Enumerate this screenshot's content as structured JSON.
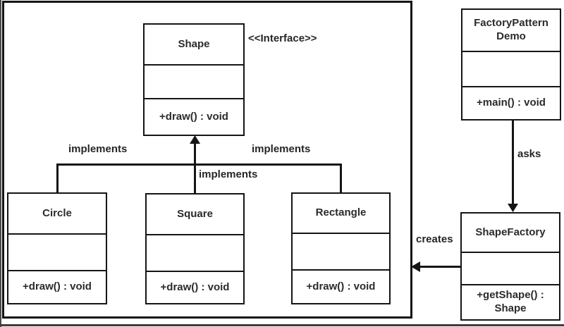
{
  "diagram": {
    "type": "uml-class-diagram",
    "subject": "Factory Pattern"
  },
  "classes": {
    "shape": {
      "name": "Shape",
      "stereotype": "<<Interface>>",
      "attributes": "",
      "method": "+draw() : void"
    },
    "circle": {
      "name": "Circle",
      "attributes": "",
      "method": "+draw() : void"
    },
    "square": {
      "name": "Square",
      "attributes": "",
      "method": "+draw() : void"
    },
    "rectangle": {
      "name": "Rectangle",
      "attributes": "",
      "method": "+draw() : void"
    },
    "demo": {
      "name": "FactoryPatternDemo",
      "name_lines": [
        "FactoryPattern",
        "Demo"
      ],
      "attributes": "",
      "method": "+main() : void"
    },
    "factory": {
      "name": "ShapeFactory",
      "attributes": "",
      "method": "+getShape() : Shape",
      "method_lines": [
        "+getShape() :",
        "Shape"
      ]
    }
  },
  "relationships": {
    "implements_left": "implements",
    "implements_center": "implements",
    "implements_right": "implements",
    "asks": "asks",
    "creates": "creates"
  },
  "colors": {
    "background": "#ffffff",
    "line": "#151515",
    "text": "#2b2b2b"
  }
}
